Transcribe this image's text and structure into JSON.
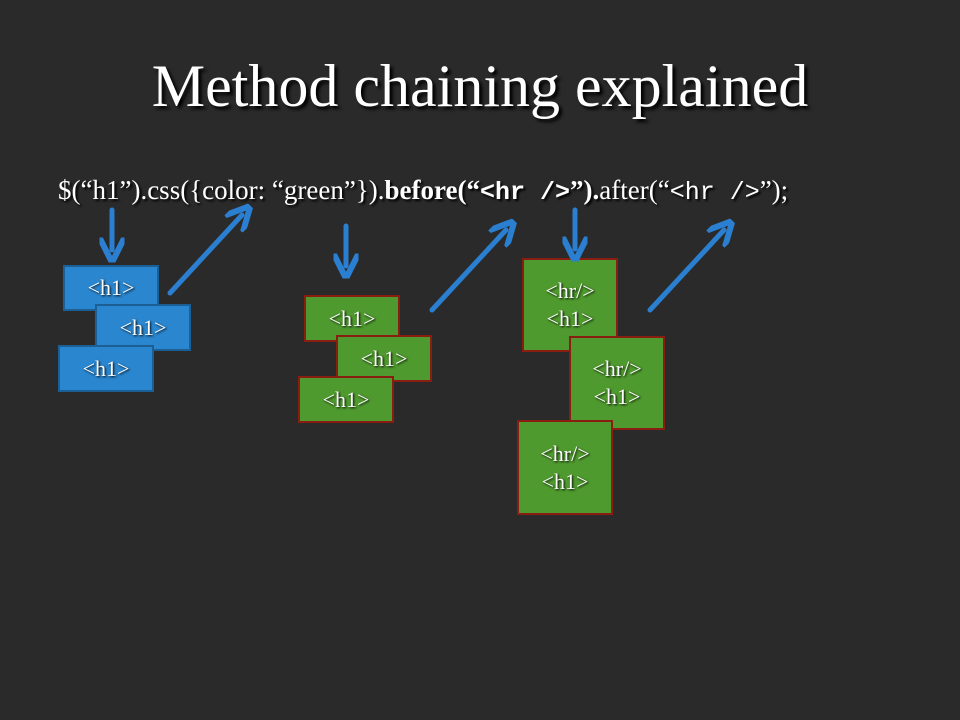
{
  "title": "Method chaining explained",
  "code": {
    "part1": "$(“h1”).css({color: “green”}).",
    "part2": "before(“",
    "part3": "<hr />",
    "part4": "”).",
    "part5": "after(“",
    "part6": "<hr />",
    "part7": "”);"
  },
  "labels": {
    "h1": "<h1>",
    "hr": "<hr/>"
  },
  "colors": {
    "background": "#2a2a2a",
    "blue_box": "#2a86cf",
    "green_box": "#4f9a2e",
    "arrow": "#2b7fd0"
  },
  "icons": {
    "down": "arrow-down-icon",
    "diagonal": "arrow-up-right-icon"
  }
}
